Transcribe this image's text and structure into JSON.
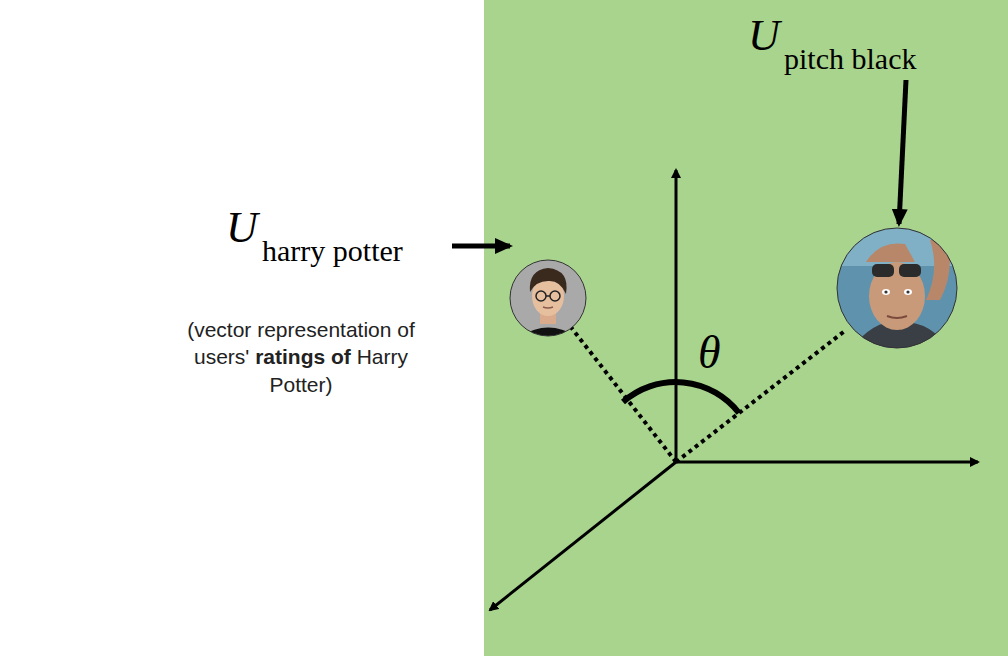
{
  "diagram": {
    "labels": [
      "U",
      "harry potter",
      "(vector representation of users'",
      "ratings of",
      "Harry Potter)",
      "U",
      "pitch black",
      "θ"
    ]
  }
}
